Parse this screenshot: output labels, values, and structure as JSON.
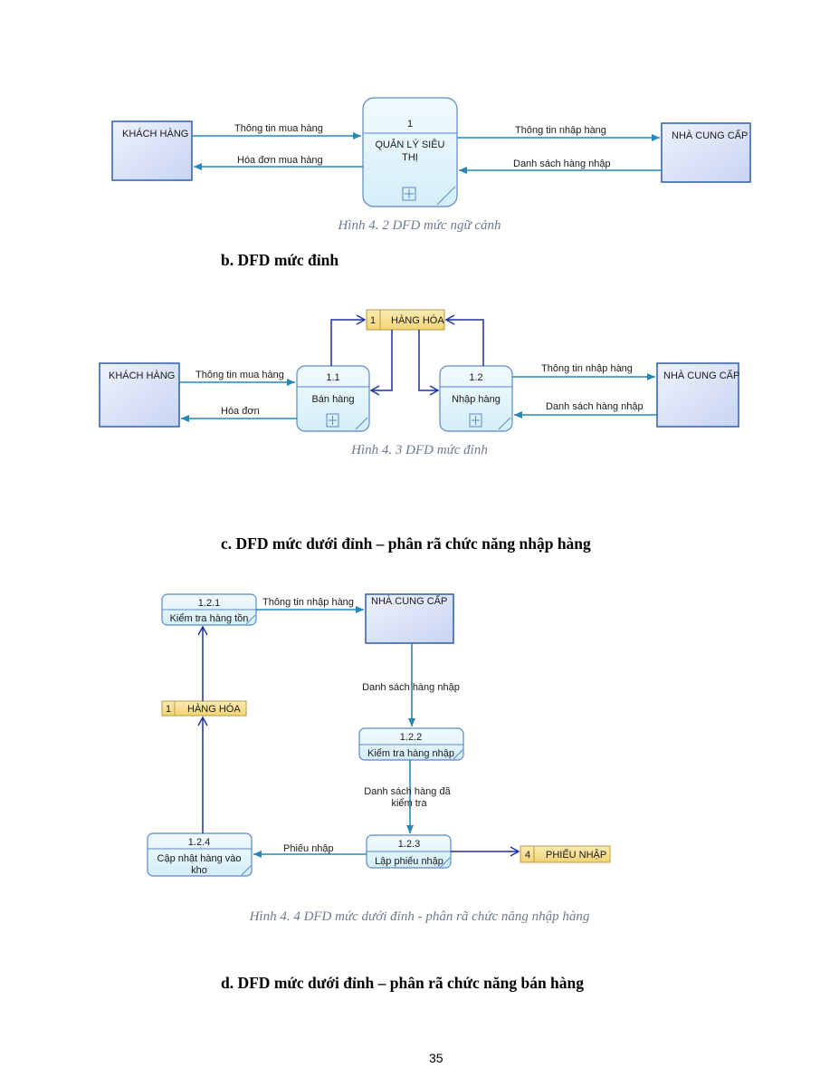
{
  "fig42": {
    "khach_hang": "KHÁCH HÀNG",
    "process_id": "1",
    "process_name_1": "QUẢN LÝ SIÊU",
    "process_name_2": "THỊ",
    "nha_cung_cap": "NHÀ CUNG CẤP",
    "flow_mua": "Thông tin mua hàng",
    "flow_hoadon": "Hóa đơn mua hàng",
    "flow_nhap": "Thông tin nhập hàng",
    "flow_dsnhap": "Danh sách hàng nhập",
    "caption": "Hình 4. 2 DFD mức ngữ cảnh"
  },
  "heading_b": "b.  DFD mức đỉnh",
  "fig43": {
    "store_id": "1",
    "store_name": "HÀNG HÓA",
    "khach_hang": "KHÁCH HÀNG",
    "nha_cung_cap": "NHÀ CUNG CẤP",
    "p11_id": "1.1",
    "p11_name": "Bán hàng",
    "p12_id": "1.2",
    "p12_name": "Nhập hàng",
    "flow_mua": "Thông tin mua hàng",
    "flow_hoadon": "Hóa đơn",
    "flow_nhap": "Thông tin nhập hàng",
    "flow_dsnhap": "Danh sách hàng nhập",
    "caption": "Hình 4. 3 DFD mức đỉnh"
  },
  "heading_c": "c.  DFD mức dưới đỉnh – phân rã chức năng nhập hàng",
  "fig44": {
    "p121_id": "1.2.1",
    "p121_name": "Kiểm tra hàng tồn",
    "p122_id": "1.2.2",
    "p122_name": "Kiểm tra hàng nhập",
    "p123_id": "1.2.3",
    "p123_name": "Lập phiếu nhập",
    "p124_id": "1.2.4",
    "p124_name_1": "Cập nhật hàng vào",
    "p124_name_2": "kho",
    "nha_cung_cap": "NHÀ CUNG CẤP",
    "store1_id": "1",
    "store1_name": "HÀNG HÓA",
    "store4_id": "4",
    "store4_name": "PHIẾU NHẬP",
    "flow_ttnhap": "Thông tin nhập hàng",
    "flow_dsnhap": "Danh sách hàng nhập",
    "flow_dskt_1": "Danh sách hàng đã",
    "flow_dskt_2": "kiểm tra",
    "flow_phieu": "Phiếu nhập",
    "caption": "Hình 4. 4 DFD mức dưới đỉnh - phân rã chức năng nhập hàng"
  },
  "heading_d": "d.  DFD mức dưới đỉnh – phân rã chức năng bán hàng",
  "page_number": "35",
  "colors": {
    "entity_fill": "#dde4f8",
    "entity_stroke": "#2d5fa6",
    "process_fill": "#e3f6fb",
    "process_stroke": "#5a88c8",
    "store_fill": "#f8df8a",
    "store_stroke": "#b89a3a",
    "flow_teal": "#2587b8",
    "flow_navy": "#1b2fa0"
  }
}
